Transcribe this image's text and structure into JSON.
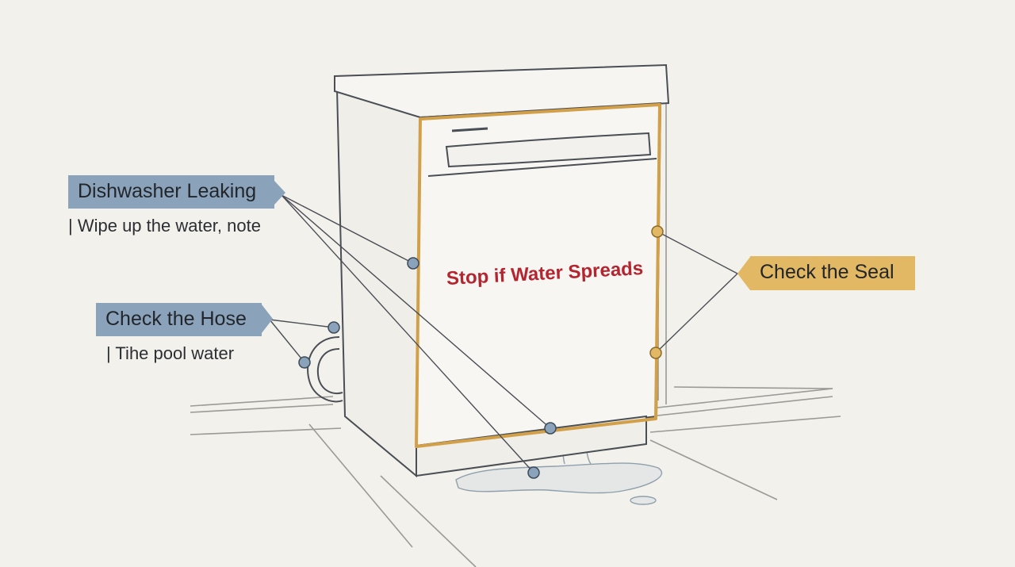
{
  "labels": {
    "leak_title": "Dishwasher Leaking",
    "leak_note": "| Wipe up the water, note",
    "hose_title": "Check the Hose",
    "hose_note": "| Tihe pool water",
    "seal_title": "Check the Seal",
    "center_warning": "Stop if Water Spreads"
  },
  "colors": {
    "background": "#f3f1ec",
    "blue_tag": "#8ba3ba",
    "gold_tag": "#e2b864",
    "warning_text": "#b32530",
    "seal_outline": "#d3a04a",
    "outline": "#4a4e55"
  },
  "icons": {
    "marker_blue": "blue-dot-marker",
    "marker_gold": "gold-dot-marker"
  }
}
